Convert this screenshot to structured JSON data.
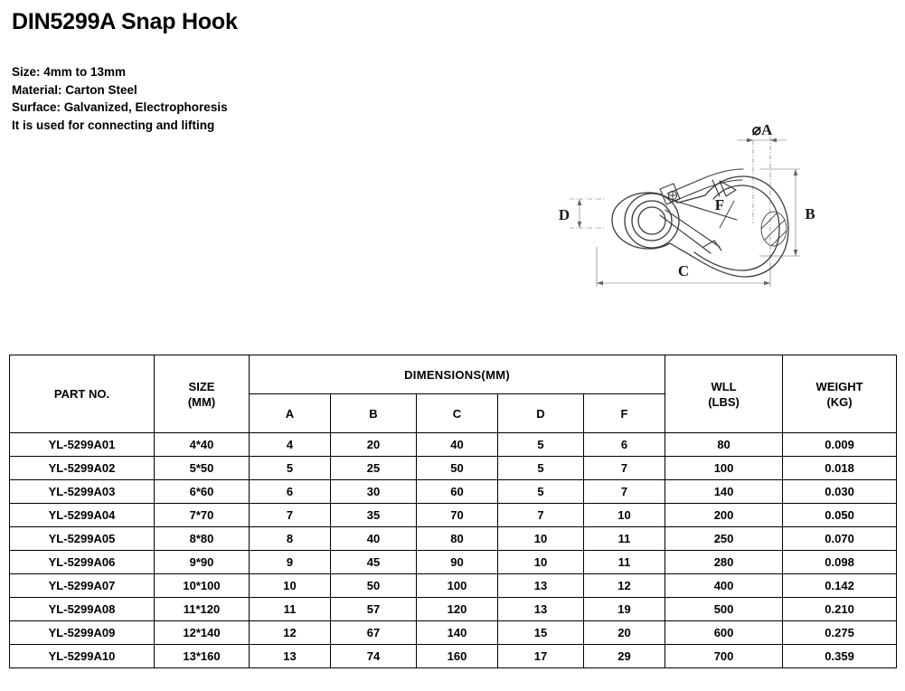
{
  "document": {
    "title": "DIN5299A Snap Hook",
    "specs": [
      "Size: 4mm to 13mm",
      "Material: Carton Steel",
      "Surface: Galvanized, Electrophoresis",
      "It is used for connecting and lifting"
    ]
  },
  "drawing": {
    "labels": {
      "diameter_a": "⌀A",
      "b": "B",
      "c": "C",
      "d": "D",
      "f": "F"
    },
    "line_color": "#3a3a3a",
    "dim_color": "#555555"
  },
  "table": {
    "headers": {
      "part_no": "PART NO.",
      "size_line1": "SIZE",
      "size_line2": "(MM)",
      "dimensions_group": "DIMENSIONS(MM)",
      "dim_a": "A",
      "dim_b": "B",
      "dim_c": "C",
      "dim_d": "D",
      "dim_f": "F",
      "wll_line1": "WLL",
      "wll_line2": "(LBS)",
      "weight_line1": "WEIGHT",
      "weight_line2": "(KG)"
    },
    "rows": [
      {
        "part_no": "YL-5299A01",
        "size": "4*40",
        "a": "4",
        "b": "20",
        "c": "40",
        "d": "5",
        "f": "6",
        "wll": "80",
        "weight": "0.009"
      },
      {
        "part_no": "YL-5299A02",
        "size": "5*50",
        "a": "5",
        "b": "25",
        "c": "50",
        "d": "5",
        "f": "7",
        "wll": "100",
        "weight": "0.018"
      },
      {
        "part_no": "YL-5299A03",
        "size": "6*60",
        "a": "6",
        "b": "30",
        "c": "60",
        "d": "5",
        "f": "7",
        "wll": "140",
        "weight": "0.030"
      },
      {
        "part_no": "YL-5299A04",
        "size": "7*70",
        "a": "7",
        "b": "35",
        "c": "70",
        "d": "7",
        "f": "10",
        "wll": "200",
        "weight": "0.050"
      },
      {
        "part_no": "YL-5299A05",
        "size": "8*80",
        "a": "8",
        "b": "40",
        "c": "80",
        "d": "10",
        "f": "11",
        "wll": "250",
        "weight": "0.070"
      },
      {
        "part_no": "YL-5299A06",
        "size": "9*90",
        "a": "9",
        "b": "45",
        "c": "90",
        "d": "10",
        "f": "11",
        "wll": "280",
        "weight": "0.098"
      },
      {
        "part_no": "YL-5299A07",
        "size": "10*100",
        "a": "10",
        "b": "50",
        "c": "100",
        "d": "13",
        "f": "12",
        "wll": "400",
        "weight": "0.142"
      },
      {
        "part_no": "YL-5299A08",
        "size": "11*120",
        "a": "11",
        "b": "57",
        "c": "120",
        "d": "13",
        "f": "19",
        "wll": "500",
        "weight": "0.210"
      },
      {
        "part_no": "YL-5299A09",
        "size": "12*140",
        "a": "12",
        "b": "67",
        "c": "140",
        "d": "15",
        "f": "20",
        "wll": "600",
        "weight": "0.275"
      },
      {
        "part_no": "YL-5299A10",
        "size": "13*160",
        "a": "13",
        "b": "74",
        "c": "160",
        "d": "17",
        "f": "29",
        "wll": "700",
        "weight": "0.359"
      }
    ]
  }
}
